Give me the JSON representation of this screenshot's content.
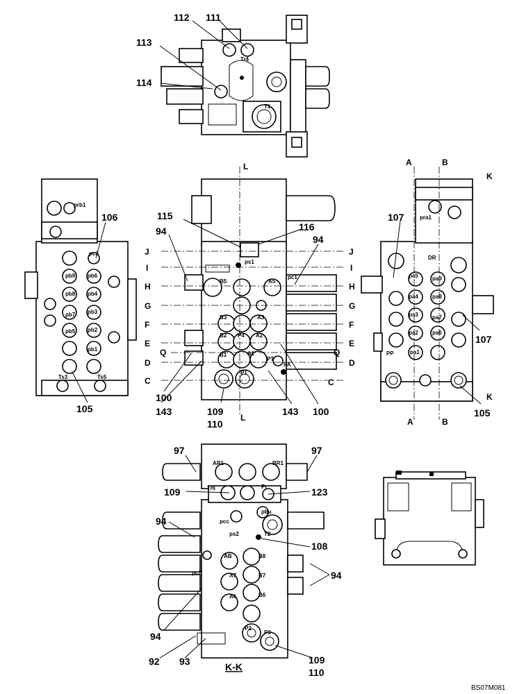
{
  "title": "",
  "drawing_code": "BS07M081",
  "callouts": [
    {
      "id": "c-112a",
      "text": "112"
    },
    {
      "id": "c-111",
      "text": "111"
    },
    {
      "id": "c-113",
      "text": "113"
    },
    {
      "id": "c-114",
      "text": "114"
    },
    {
      "id": "c-106",
      "text": "106"
    },
    {
      "id": "c-115",
      "text": "115"
    },
    {
      "id": "c-116",
      "text": "116"
    },
    {
      "id": "c-94a",
      "text": "94"
    },
    {
      "id": "c-94b",
      "text": "94"
    },
    {
      "id": "c-107a",
      "text": "107"
    },
    {
      "id": "c-107b",
      "text": "107"
    },
    {
      "id": "c-105a",
      "text": "105"
    },
    {
      "id": "c-105b",
      "text": "105"
    },
    {
      "id": "c-100a",
      "text": "100"
    },
    {
      "id": "c-100b",
      "text": "100"
    },
    {
      "id": "c-143a",
      "text": "143"
    },
    {
      "id": "c-143b",
      "text": "143"
    },
    {
      "id": "c-109a",
      "text": "109"
    },
    {
      "id": "c-110a",
      "text": "110"
    },
    {
      "id": "c-97a",
      "text": "97"
    },
    {
      "id": "c-97b",
      "text": "97"
    },
    {
      "id": "c-109b",
      "text": "109"
    },
    {
      "id": "c-123",
      "text": "123"
    },
    {
      "id": "c-94c",
      "text": "94"
    },
    {
      "id": "c-108",
      "text": "108"
    },
    {
      "id": "c-94d",
      "text": "94"
    },
    {
      "id": "c-94e",
      "text": "94"
    },
    {
      "id": "c-92",
      "text": "92"
    },
    {
      "id": "c-93",
      "text": "93"
    },
    {
      "id": "c-109c",
      "text": "109"
    },
    {
      "id": "c-110b",
      "text": "110"
    }
  ],
  "section_marks": {
    "left": [
      "J",
      "I",
      "H",
      "G",
      "F",
      "E",
      "D",
      "C"
    ],
    "right": [
      "J",
      "I",
      "H",
      "G",
      "F",
      "E",
      "D",
      "C"
    ],
    "q": [
      "Q",
      "Q"
    ],
    "l": [
      "L",
      "L"
    ],
    "a": [
      "A",
      "A"
    ],
    "b": [
      "B",
      "B"
    ],
    "k": [
      "K",
      "K"
    ]
  },
  "section_title": "K-K",
  "port_labels": {
    "top": [
      "Tr4",
      "T1"
    ],
    "left_side": [
      "prb1",
      "pc3",
      "pb9",
      "pb8",
      "pb6",
      "pb4",
      "pb7",
      "pb3",
      "pb5",
      "pb2",
      "pb1",
      "Ts3",
      "Ts5"
    ],
    "center": [
      "ps1",
      "B5",
      "A5",
      "pc1",
      "B3",
      "A3",
      "B2",
      "P4",
      "A2",
      "B1",
      "A1",
      "PT",
      "PA",
      "P1"
    ],
    "right_side": [
      "pra1",
      "DR",
      "pa5",
      "pa9",
      "pa4",
      "pa8",
      "pa3",
      "pa7",
      "pa2",
      "pa6",
      "pa1",
      "PP"
    ],
    "bottom": [
      "AR1",
      "BR1",
      "Tr6",
      "Pr",
      "pcc",
      "pbu",
      "ps2",
      "T2",
      "AB",
      "B8",
      "pc2",
      "A7",
      "B7",
      "A6",
      "B6",
      "P2",
      "P3"
    ]
  }
}
